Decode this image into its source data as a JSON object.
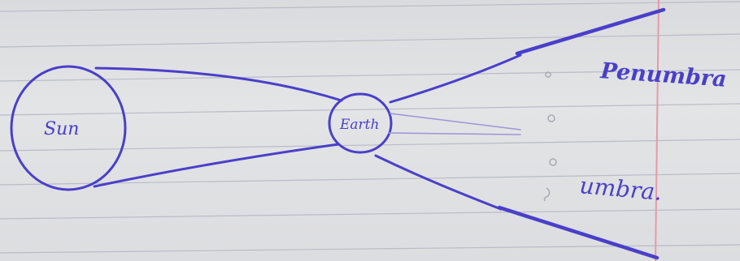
{
  "diagram": {
    "labels": {
      "sun": "Sun",
      "earth": "Earth",
      "penumbra": "Penumbra",
      "umbra": "umbra."
    },
    "colors": {
      "ink": "#4a3fc9",
      "paper": "#dcdde0",
      "rule_line": "#b9bcc6",
      "margin_line": "#e59aa8"
    }
  }
}
